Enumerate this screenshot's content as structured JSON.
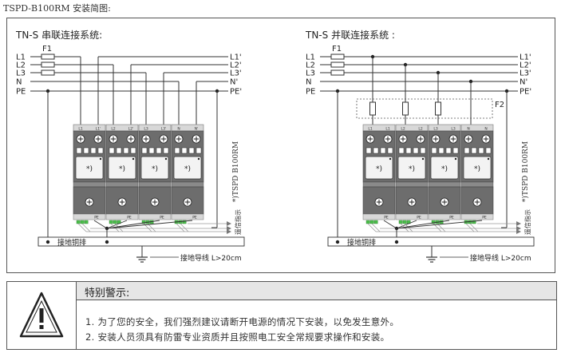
{
  "page_title": "TSPD-B100RM 安装简图:",
  "panels": [
    {
      "title": "TN-S 串联连接系统:",
      "fuse_label": "F1",
      "line_labels": [
        "L1",
        "L2",
        "L3",
        "N",
        "PE"
      ],
      "out_labels": [
        "L1'",
        "L2'",
        "L3'",
        "N'",
        "PE'"
      ],
      "module_terminals": [
        [
          "L1",
          "L1'"
        ],
        [
          "L2",
          "L2'"
        ],
        [
          "L3",
          "L3'"
        ],
        [
          "N",
          "N'"
        ]
      ],
      "star_label": "*)",
      "model_vertical": "*)TSPD B100RM",
      "pe_label": "PE",
      "remote_label": "遥信指示",
      "bus_label": "接地铜排",
      "ground_label": "接地导线 L>20cm"
    },
    {
      "title": "TN-S 并联连接系统 :",
      "fuse_label": "F1",
      "f2_label": "F2",
      "line_labels": [
        "L1",
        "L2",
        "L3",
        "N",
        "PE"
      ],
      "out_labels": [
        "L1'",
        "L2'",
        "L3'",
        "N'",
        "PE'"
      ],
      "module_terminals": [
        [
          "L1",
          "L1"
        ],
        [
          "L2",
          "L2"
        ],
        [
          "L3",
          "L3"
        ],
        [
          "N",
          "N"
        ]
      ],
      "star_label": "*)",
      "model_vertical": "*)TSPD B100RM",
      "pe_label": "PE",
      "remote_label": "遥信指示",
      "bus_label": "接地铜排",
      "ground_label": "接地导线 L>20cm"
    }
  ],
  "warning": {
    "title": "特别警示:",
    "icon": "warning-triangle-icon",
    "lines": [
      "1. 为了您的安全，我们强烈建议请断开电源的情况下安装，以免发生意外。",
      "2. 安装人员须具有防雷专业资质并且按照电工安全常规要求操作和安装。"
    ]
  }
}
